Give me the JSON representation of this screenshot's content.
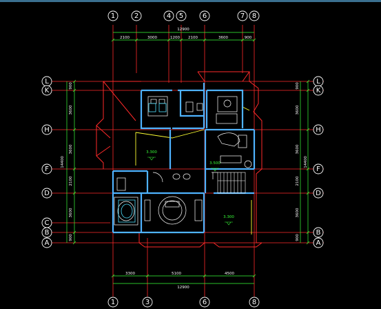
{
  "axes": {
    "top": [
      "1",
      "2",
      "4",
      "5",
      "6",
      "7",
      "8"
    ],
    "bottom": [
      "1",
      "3",
      "6",
      "8"
    ],
    "left": [
      "L",
      "K",
      "H",
      "F",
      "D",
      "C",
      "B",
      "A"
    ],
    "right": [
      "L",
      "K",
      "H",
      "F",
      "D",
      "B",
      "A"
    ]
  },
  "dims": {
    "top_total": "12900",
    "top_segments": [
      "2100",
      "3000",
      "1200",
      "2100",
      "3600",
      "900"
    ],
    "bottom_segments": [
      "3300",
      "5100",
      "4500"
    ],
    "bottom_total": "12900",
    "left_total": "14400",
    "left_segments": [
      "900",
      "3600",
      "3600",
      "2100",
      "3600",
      "900"
    ],
    "right_total": "14400",
    "right_segments": [
      "900",
      "3600",
      "3600",
      "2100",
      "3600",
      "900"
    ]
  },
  "levels": {
    "left_room": "3.300",
    "center_room": "3.500",
    "right_room": "3.300"
  },
  "colors": {
    "background": "#000000",
    "grid": "#ff2a2a",
    "dimension": "#39ff39",
    "wall": "#4fb3ff",
    "furniture": "#ffffff",
    "roof": "#ffff33"
  }
}
